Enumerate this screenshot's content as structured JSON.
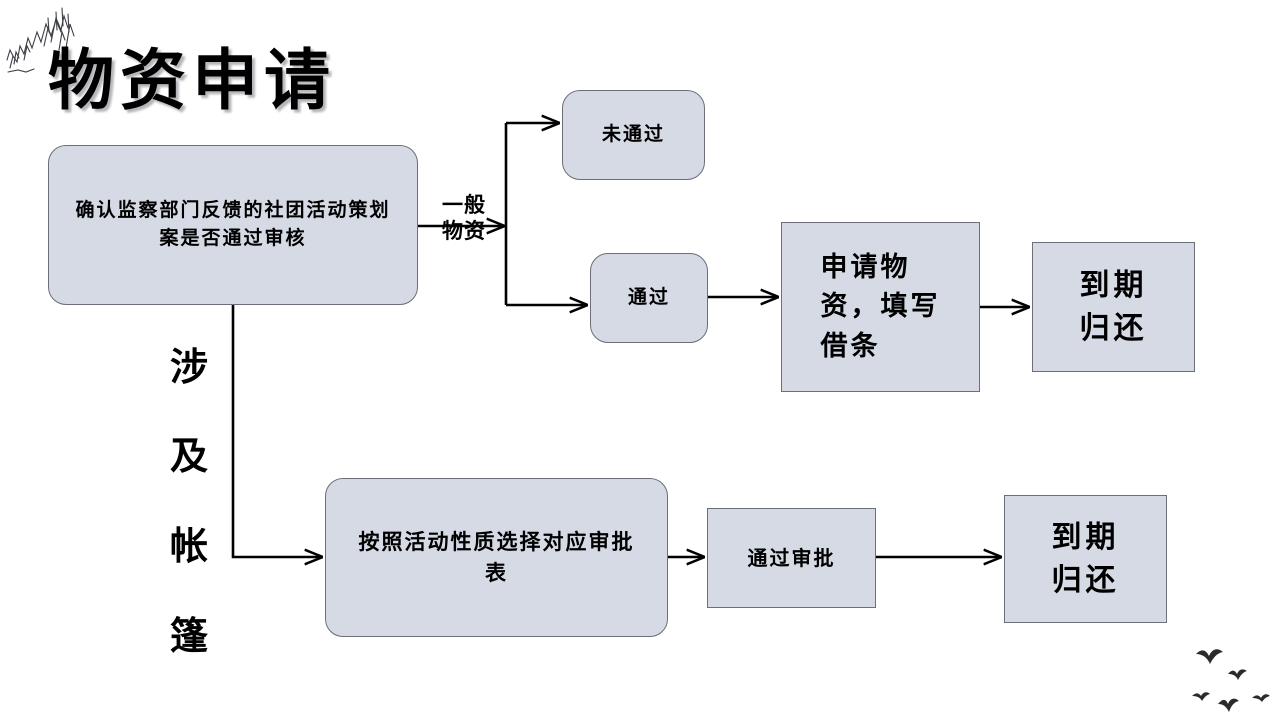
{
  "page": {
    "title": "物资申请",
    "background_color": "#ffffff"
  },
  "theme": {
    "node_fill": "#d5dae5",
    "node_border": "#6a6f78",
    "text_color": "#000000",
    "connector_color": "#000000"
  },
  "decorations": [
    {
      "name": "ink-mountain-sketch",
      "position": "top-left"
    },
    {
      "name": "flying-birds-sketch",
      "position": "bottom-right"
    }
  ],
  "nodes": {
    "verify": {
      "label": "确认监察部门反馈的社团活动策划案是否通过审核",
      "shape": "rounded"
    },
    "rejected": {
      "label": "未通过",
      "shape": "rounded"
    },
    "passed": {
      "label": "通过",
      "shape": "rounded"
    },
    "apply": {
      "label": "申请物\n资，填写\n借条",
      "shape": "rectangle"
    },
    "return_1": {
      "label": "到期\n归还",
      "shape": "rectangle"
    },
    "select_form": {
      "label": "按照活动性质选择对应审批表",
      "shape": "rounded"
    },
    "approved": {
      "label": "通过审批",
      "shape": "rectangle"
    },
    "return_2": {
      "label": "到期\n归还",
      "shape": "rectangle"
    }
  },
  "edge_labels": {
    "general_supplies": "一般\n物资",
    "tent_vertical": [
      "涉",
      "及",
      "帐",
      "篷"
    ]
  },
  "flow": {
    "edges": [
      {
        "from": "verify",
        "to": "split",
        "label": "一般物资"
      },
      {
        "from": "split",
        "to": "rejected",
        "label": ""
      },
      {
        "from": "split",
        "to": "passed",
        "label": ""
      },
      {
        "from": "passed",
        "to": "apply",
        "label": ""
      },
      {
        "from": "apply",
        "to": "return_1",
        "label": ""
      },
      {
        "from": "verify",
        "to": "select_form",
        "label": "涉及帐篷"
      },
      {
        "from": "select_form",
        "to": "approved",
        "label": ""
      },
      {
        "from": "approved",
        "to": "return_2",
        "label": ""
      }
    ]
  }
}
